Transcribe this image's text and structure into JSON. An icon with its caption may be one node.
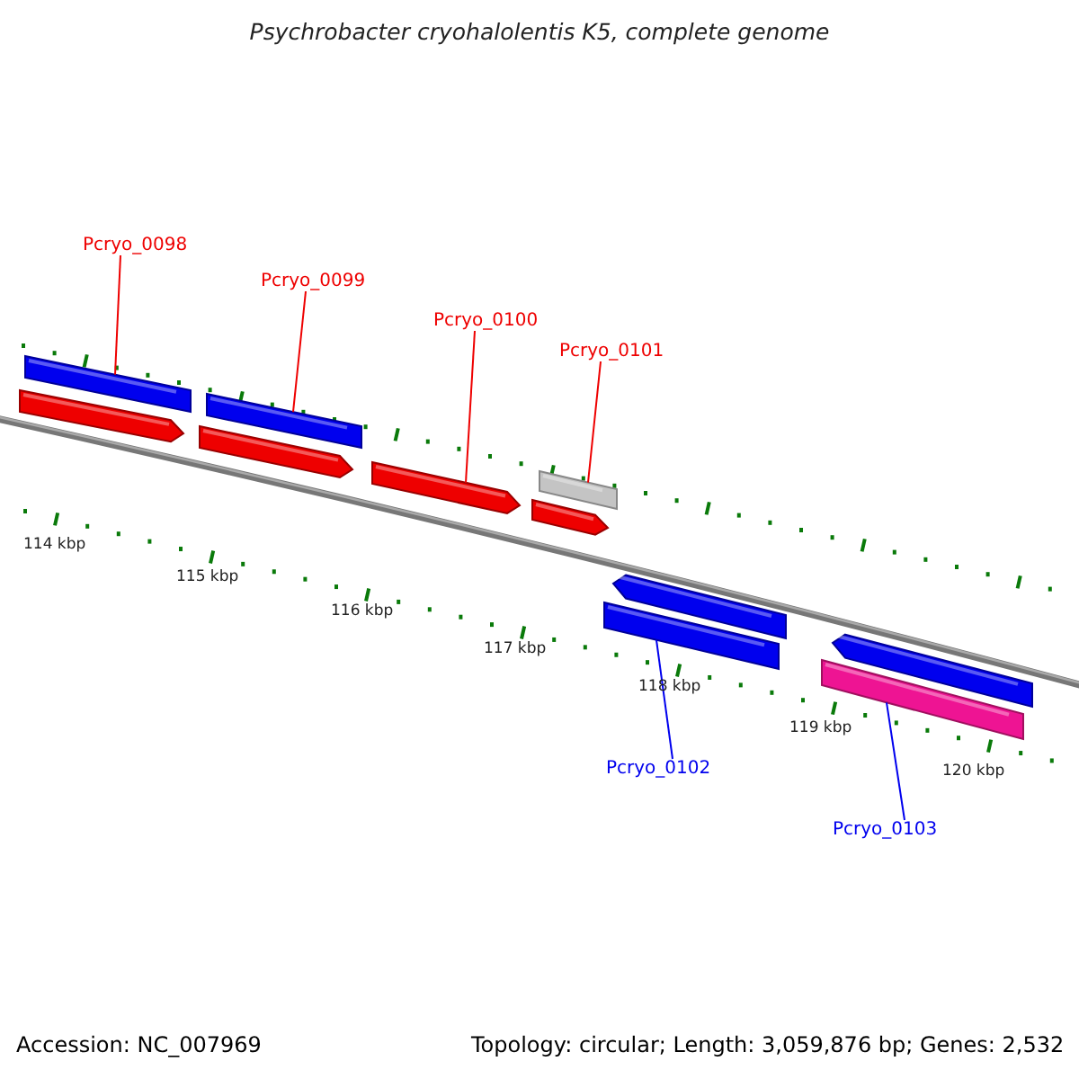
{
  "diagram": {
    "title": "Psychrobacter cryohalolentis K5, complete genome",
    "nodes": [
      {
        "text": [
          "Pcryo_0098"
        ]
      },
      {
        "text": [
          "Pcryo_0099"
        ]
      },
      {
        "text": [
          "Pcryo_0100"
        ]
      },
      {
        "text": [
          "Pcryo_0101"
        ]
      },
      {
        "text": [],
        "shape": "bar"
      },
      {
        "text": [],
        "shape": "arrow"
      },
      {
        "text": [],
        "shape": "bar"
      },
      {
        "text": [],
        "shape": "arrow"
      },
      {
        "text": [],
        "shape": "arrow"
      },
      {
        "text": [],
        "shape": "bar"
      },
      {
        "text": [],
        "shape": "arrow"
      },
      {
        "text": [],
        "shape": "arrow"
      },
      {
        "text": [],
        "shape": "bar"
      },
      {
        "text": [],
        "shape": "arrow"
      },
      {
        "text": [],
        "shape": "bar"
      },
      {
        "text": [
          "Pcryo_0102"
        ]
      },
      {
        "text": [
          "Pcryo_0103"
        ]
      }
    ],
    "edges": [
      {
        "from": 0,
        "to": 4,
        "arrow": "none"
      },
      {
        "from": 1,
        "to": 6,
        "arrow": "none"
      },
      {
        "from": 2,
        "to": 8,
        "arrow": "none"
      },
      {
        "from": 3,
        "to": 9,
        "arrow": "none"
      },
      {
        "from": 15,
        "to": 12,
        "arrow": "none",
        "color": "#0000ee"
      },
      {
        "from": 16,
        "to": 14,
        "arrow": "none",
        "color": "#0000ee"
      }
    ],
    "labels": [
      "114 kbp",
      "115 kbp",
      "116 kbp",
      "117 kbp",
      "118 kbp",
      "119 kbp",
      "120 kbp",
      "Accession: NC_007969",
      "Topology: circular; Length: 3,059,876 bp; Genes: 2,532"
    ]
  }
}
